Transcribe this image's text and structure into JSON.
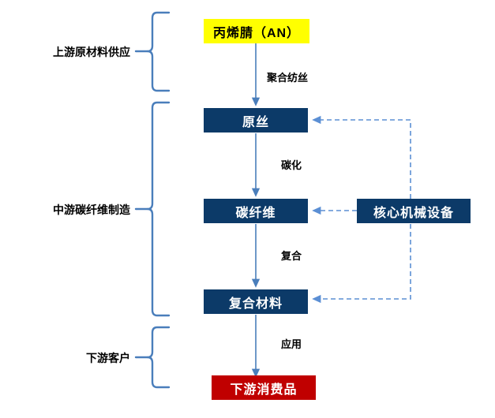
{
  "diagram": {
    "title": "carbon-fiber-industry-chain",
    "colors": {
      "raw_material_box": "#FFFF00",
      "process_box": "#0C3A68",
      "end_product_box": "#C00000",
      "connector": "#4A7EBB",
      "dashed_connector": "#5B8FD4",
      "text_dark": "#000000",
      "text_light": "#FFFFFF"
    },
    "stages": [
      {
        "label": "上游原材料供应"
      },
      {
        "label": "中游碳纤维制造"
      },
      {
        "label": "下游客户"
      }
    ],
    "nodes": [
      {
        "id": "an",
        "label": "丙烯腈（AN）",
        "style": "yellow"
      },
      {
        "id": "precursor",
        "label": "原丝",
        "style": "blue"
      },
      {
        "id": "carbon",
        "label": "碳纤维",
        "style": "blue"
      },
      {
        "id": "composite",
        "label": "复合材料",
        "style": "blue"
      },
      {
        "id": "consumer",
        "label": "下游消费品",
        "style": "red"
      },
      {
        "id": "equipment",
        "label": "核心机械设备",
        "style": "blue"
      }
    ],
    "edge_labels": [
      {
        "id": "e1",
        "label": "聚合纺丝"
      },
      {
        "id": "e2",
        "label": "碳化"
      },
      {
        "id": "e3",
        "label": "复合"
      },
      {
        "id": "e4",
        "label": "应用"
      }
    ]
  }
}
